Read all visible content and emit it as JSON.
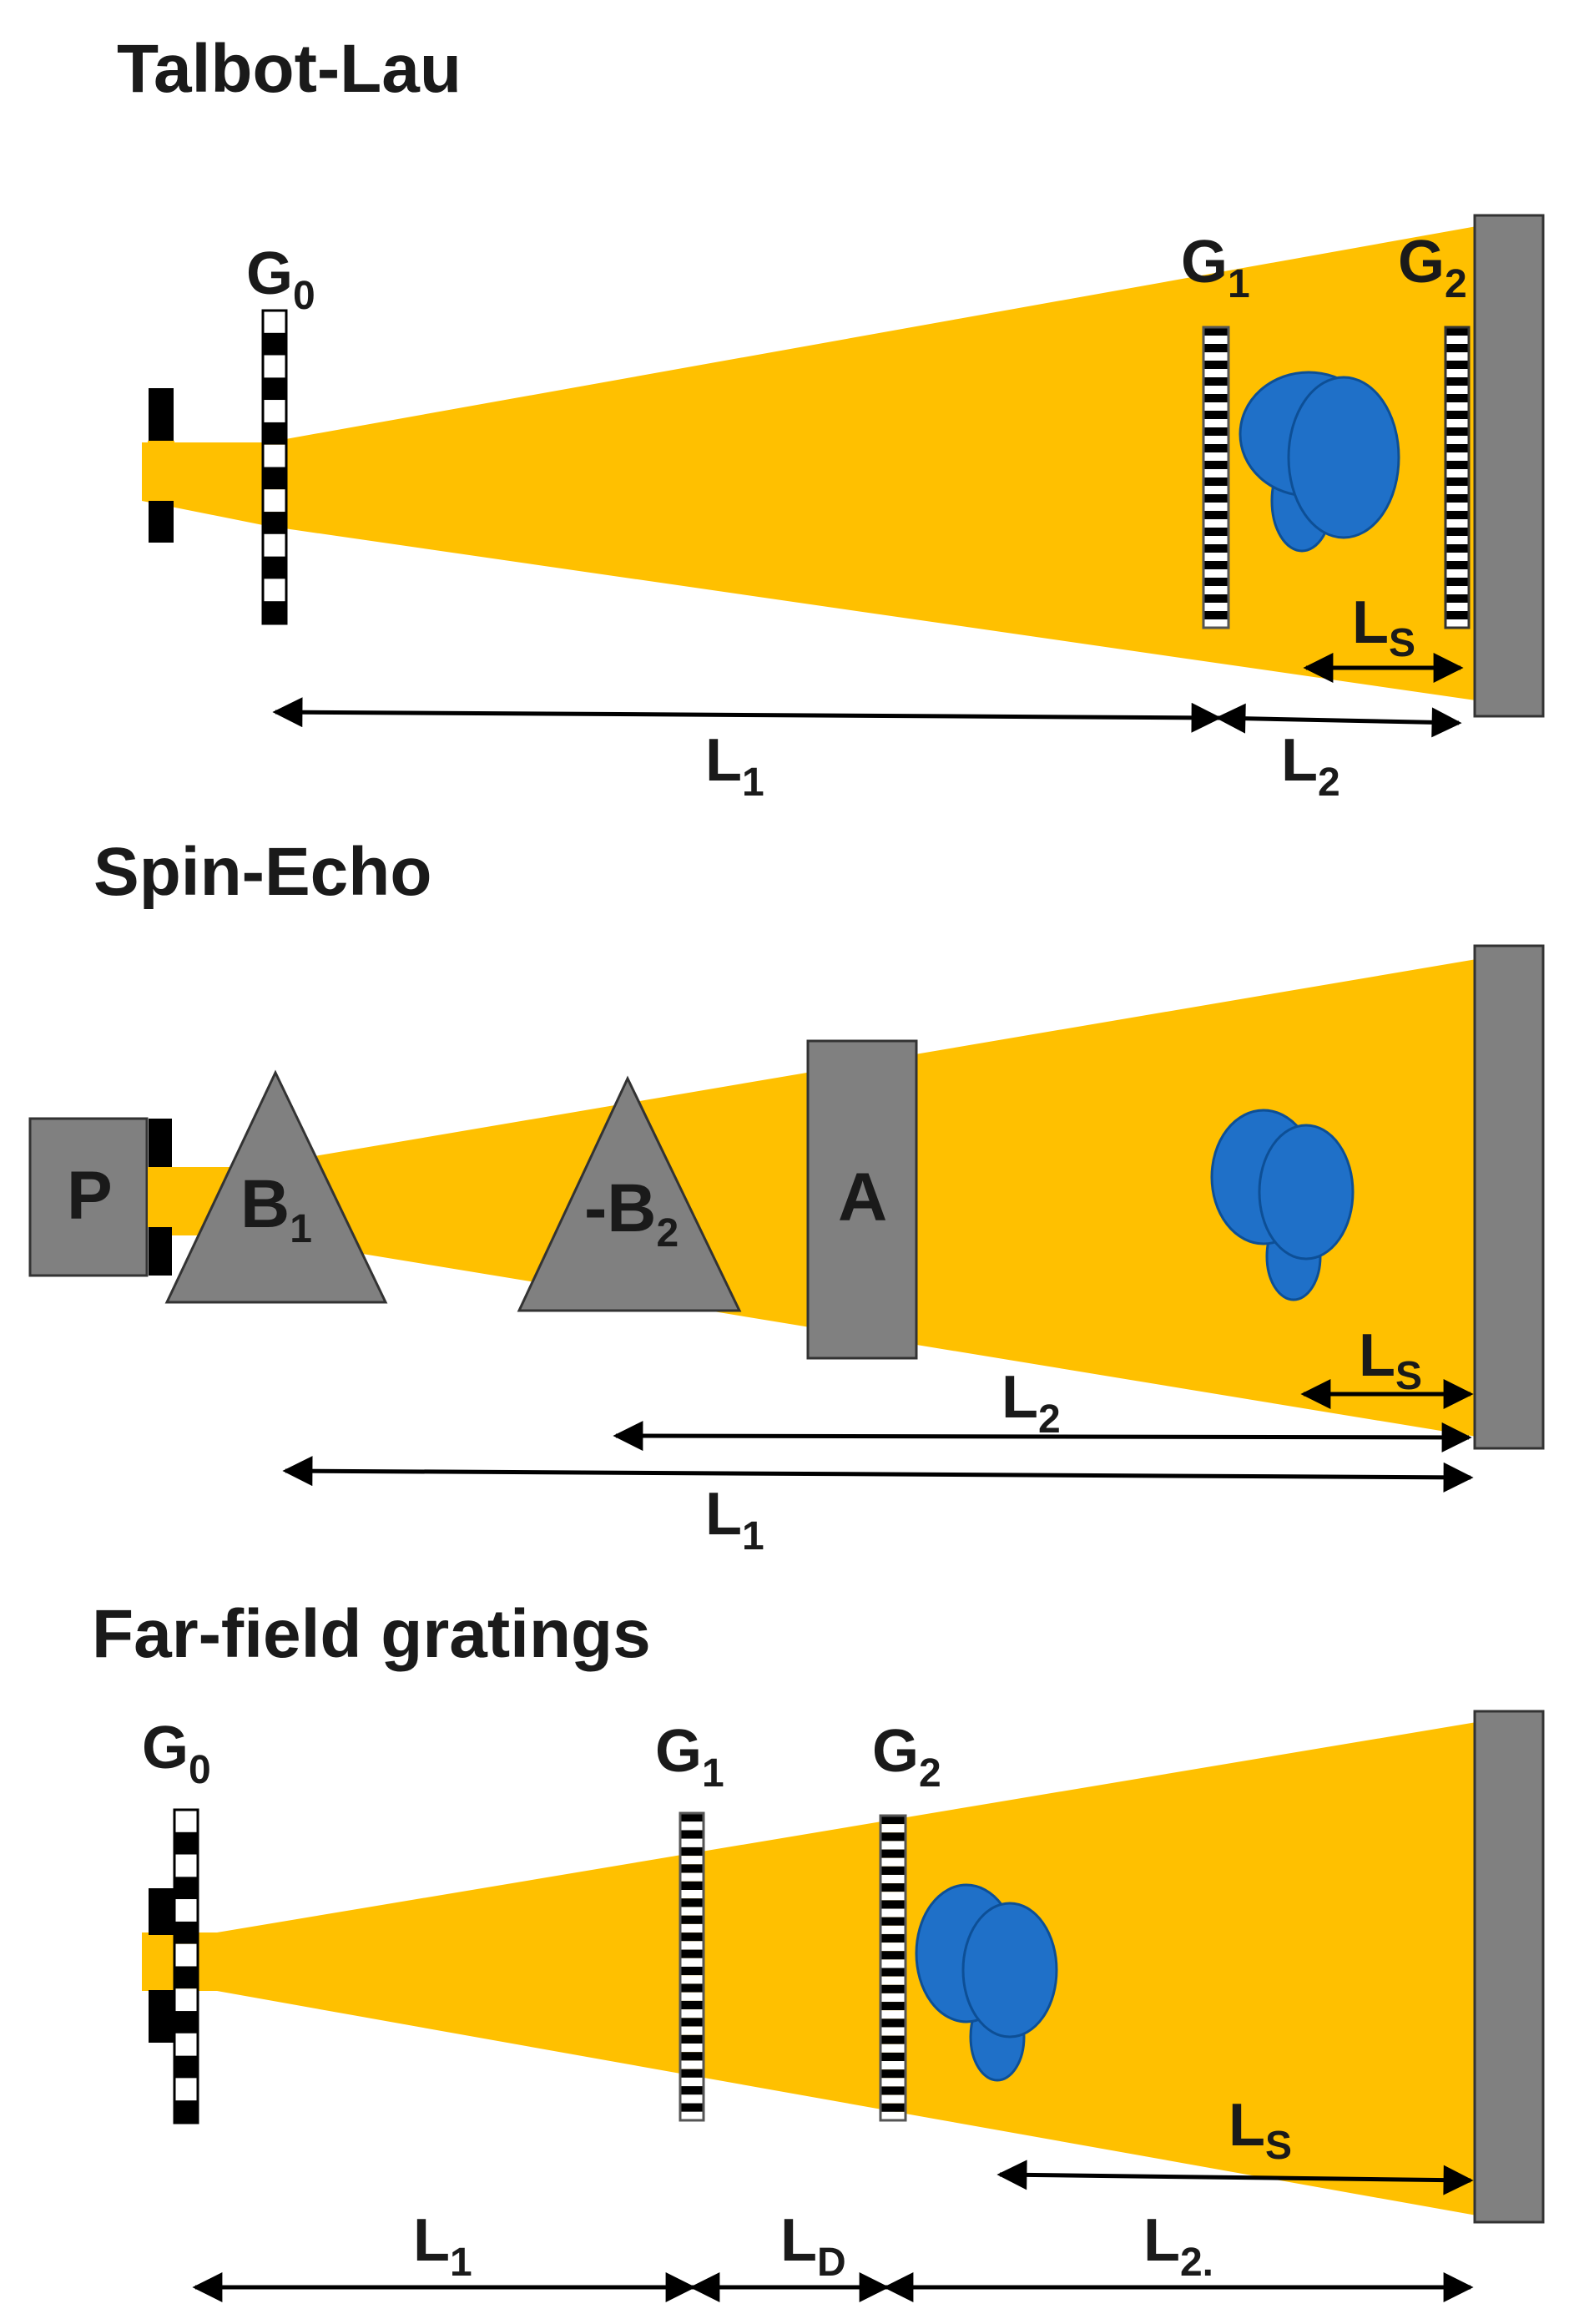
{
  "sections": {
    "talbot_lau": {
      "title": "Talbot-Lau",
      "g0": {
        "main": "G",
        "sub": "0"
      },
      "g1": {
        "main": "G",
        "sub": "1"
      },
      "g2": {
        "main": "G",
        "sub": "2"
      },
      "ls": {
        "main": "L",
        "sub": "S"
      },
      "l1": {
        "main": "L",
        "sub": "1"
      },
      "l2": {
        "main": "L",
        "sub": "2"
      }
    },
    "spin_echo": {
      "title": "Spin-Echo",
      "p": "P",
      "b1": {
        "main": "B",
        "sub": "1"
      },
      "b2": {
        "main": "-B",
        "sub": "2"
      },
      "a": "A",
      "ls": {
        "main": "L",
        "sub": "S"
      },
      "l2": {
        "main": "L",
        "sub": "2"
      },
      "l1": {
        "main": "L",
        "sub": "1"
      }
    },
    "far_field": {
      "title": "Far-field gratings",
      "g0": {
        "main": "G",
        "sub": "0"
      },
      "g1": {
        "main": "G",
        "sub": "1"
      },
      "g2": {
        "main": "G",
        "sub": "2"
      },
      "ls": {
        "main": "L",
        "sub": "S"
      },
      "l1": {
        "main": "L",
        "sub": "1"
      },
      "ld": {
        "main": "L",
        "sub": "D"
      },
      "l2": {
        "main": "L",
        "sub": "2."
      }
    }
  },
  "colors": {
    "beam": "#FFC000",
    "detector": "#808080",
    "sample": "#1F70C8",
    "grating_dark": "#000000",
    "grating_light": "#ffffff"
  }
}
